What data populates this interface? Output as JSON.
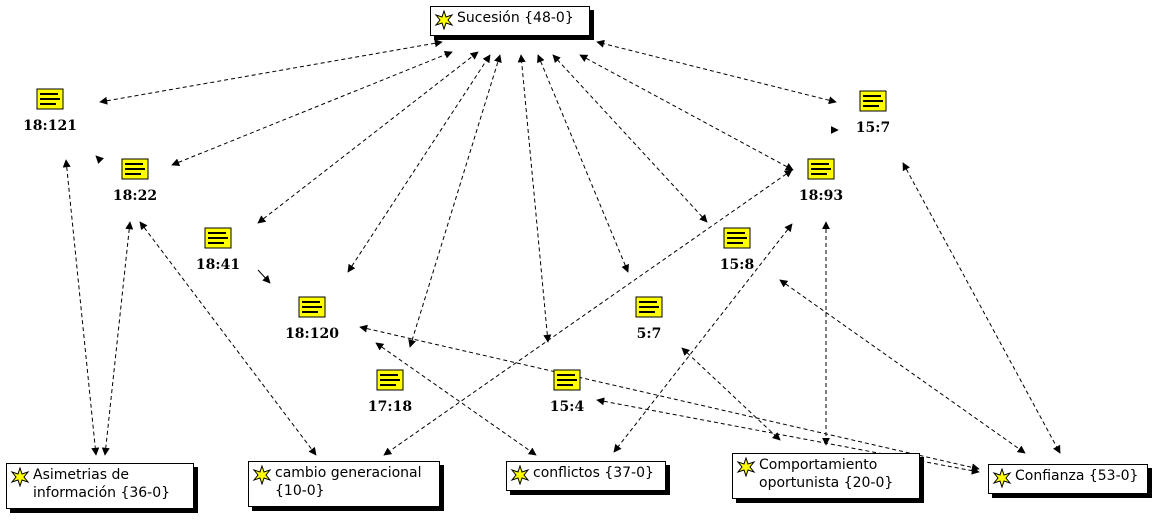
{
  "codes": [
    {
      "id": "sucesion",
      "label": "Sucesión {48-0}"
    },
    {
      "id": "asimetrias",
      "label": "Asimetrias de información {36-0}"
    },
    {
      "id": "cambio",
      "label": "cambio generacional {10-0}"
    },
    {
      "id": "conflictos",
      "label": "conflictos {37-0}"
    },
    {
      "id": "comportamiento",
      "label": "Comportamiento oportunista {20-0}"
    },
    {
      "id": "confianza",
      "label": "Confianza {53-0}"
    }
  ],
  "quotations": [
    {
      "id": "q18_121",
      "label": "18:121"
    },
    {
      "id": "q18_22",
      "label": "18:22"
    },
    {
      "id": "q18_41",
      "label": "18:41"
    },
    {
      "id": "q18_120",
      "label": "18:120"
    },
    {
      "id": "q17_18",
      "label": "17:18"
    },
    {
      "id": "q15_4",
      "label": "15:4"
    },
    {
      "id": "q5_7",
      "label": "5:7"
    },
    {
      "id": "q15_8",
      "label": "15:8"
    },
    {
      "id": "q18_93",
      "label": "18:93"
    },
    {
      "id": "q15_7",
      "label": "15:7"
    }
  ],
  "colors": {
    "note_fill": "#ffff00",
    "note_lines": "#000000",
    "code_icon_fill": "#ffff00",
    "edge": "#000000"
  },
  "icons": {
    "code": "code-star-icon",
    "quotation": "quotation-note-icon"
  }
}
